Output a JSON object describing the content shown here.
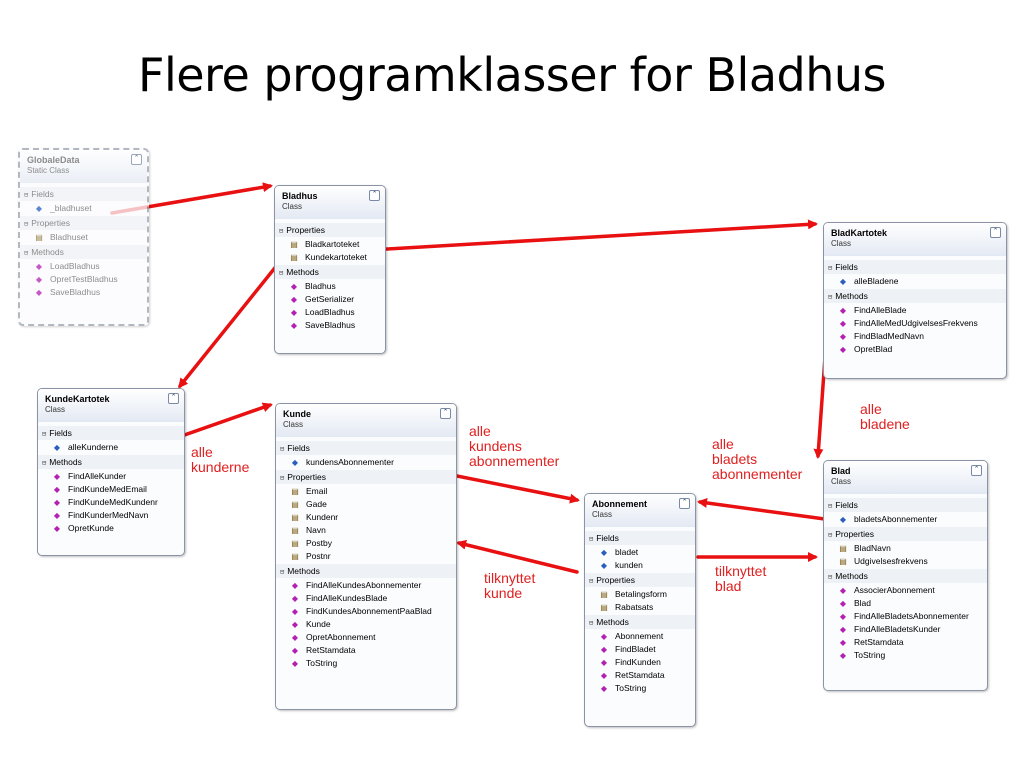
{
  "title": "Flere programklasser for Bladhus",
  "colors": {
    "arrow": "#e81010",
    "label": "#e02020"
  },
  "classes": {
    "globaldata": {
      "name": "GlobaleData",
      "kind": "Static Class",
      "fields": {
        "label": "Fields",
        "items": [
          "_bladhuset"
        ]
      },
      "properties": {
        "label": "Properties",
        "items": [
          "Bladhuset"
        ]
      },
      "methods": {
        "label": "Methods",
        "items": [
          "LoadBladhus",
          "OpretTestBladhus",
          "SaveBladhus"
        ]
      }
    },
    "bladhus": {
      "name": "Bladhus",
      "kind": "Class",
      "properties": {
        "label": "Properties",
        "items": [
          "Bladkartoteket",
          "Kundekartoteket"
        ]
      },
      "methods": {
        "label": "Methods",
        "items": [
          "Bladhus",
          "GetSerializer",
          "LoadBladhus",
          "SaveBladhus"
        ]
      }
    },
    "bladkartotek": {
      "name": "BladKartotek",
      "kind": "Class",
      "fields": {
        "label": "Fields",
        "items": [
          "alleBladene"
        ]
      },
      "methods": {
        "label": "Methods",
        "items": [
          "FindAlleBlade",
          "FindAlleMedUdgivelsesFrekvens",
          "FindBladMedNavn",
          "OpretBlad"
        ]
      }
    },
    "kundekartotek": {
      "name": "KundeKartotek",
      "kind": "Class",
      "fields": {
        "label": "Fields",
        "items": [
          "alleKunderne"
        ]
      },
      "methods": {
        "label": "Methods",
        "items": [
          "FindAlleKunder",
          "FindKundeMedEmail",
          "FindKundeMedKundenr",
          "FindKunderMedNavn",
          "OpretKunde"
        ]
      }
    },
    "kunde": {
      "name": "Kunde",
      "kind": "Class",
      "fields": {
        "label": "Fields",
        "items": [
          "kundensAbonnementer"
        ]
      },
      "properties": {
        "label": "Properties",
        "items": [
          "Email",
          "Gade",
          "Kundenr",
          "Navn",
          "Postby",
          "Postnr"
        ]
      },
      "methods": {
        "label": "Methods",
        "items": [
          "FindAlleKundesAbonnementer",
          "FindAlleKundesBlade",
          "FindKundesAbonnementPaaBlad",
          "Kunde",
          "OpretAbonnement",
          "RetStamdata",
          "ToString"
        ]
      }
    },
    "abonnement": {
      "name": "Abonnement",
      "kind": "Class",
      "fields": {
        "label": "Fields",
        "items": [
          "bladet",
          "kunden"
        ]
      },
      "properties": {
        "label": "Properties",
        "items": [
          "Betalingsform",
          "Rabatsats"
        ]
      },
      "methods": {
        "label": "Methods",
        "items": [
          "Abonnement",
          "FindBladet",
          "FindKunden",
          "RetStamdata",
          "ToString"
        ]
      }
    },
    "blad": {
      "name": "Blad",
      "kind": "Class",
      "fields": {
        "label": "Fields",
        "items": [
          "bladetsAbonnementer"
        ]
      },
      "properties": {
        "label": "Properties",
        "items": [
          "BladNavn",
          "Udgivelsesfrekvens"
        ]
      },
      "methods": {
        "label": "Methods",
        "items": [
          "AssocierAbonnement",
          "Blad",
          "FindAlleBladetsAbonnementer",
          "FindAlleBladetsKunder",
          "RetStamdata",
          "ToString"
        ]
      }
    }
  },
  "annotations": {
    "alle_kunderne": "alle\nkunderne",
    "alle_kundens_abonnementer": "alle\nkundens\nabonnementer",
    "tilknyttet_kunde": "tilknyttet\nkunde",
    "alle_bladene": "alle\nbladene",
    "alle_bladets_abonnementer": "alle\nbladets\nabonnementer",
    "tilknyttet_blad": "tilknyttet\nblad"
  }
}
